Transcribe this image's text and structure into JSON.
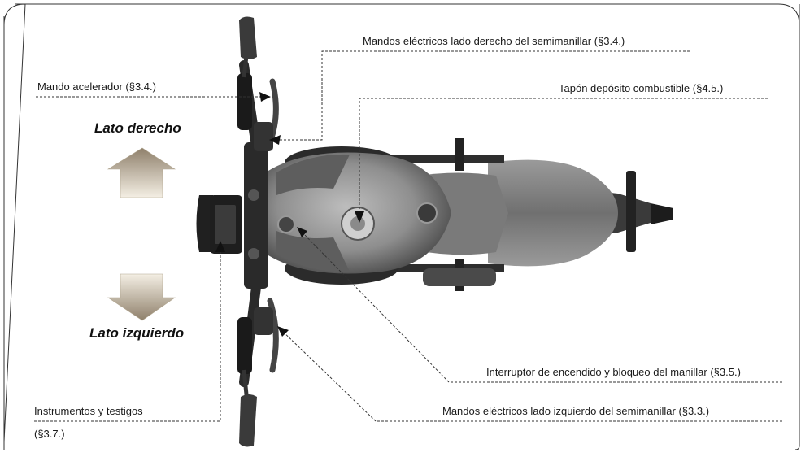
{
  "labels": {
    "mandos_derecho": "Mandos eléctricos lado derecho del semimanillar (§3.4.)",
    "acelerador": "Mando acelerador (§3.4.)",
    "tapon": "Tapón depósito combustible (§4.5.)",
    "interruptor": "Interruptor de encendido y bloqueo del manillar (§3.5.)",
    "mandos_izquierdo": "Mandos eléctricos lado izquierdo del semimanillar (§3.3.)",
    "instrumentos_line1": "Instrumentos y testigos",
    "instrumentos_line2": "(§3.7.)"
  },
  "sides": {
    "derecho": "Lato derecho",
    "izquierdo": "Lato izquierdo"
  },
  "colors": {
    "frame": "#333333",
    "leader": "#333333",
    "bike_dark": "#2a2a2a",
    "bike_mid": "#6e6e6e",
    "tank": "#8a8a8a",
    "arrow_fill": "#d8cfbd"
  }
}
